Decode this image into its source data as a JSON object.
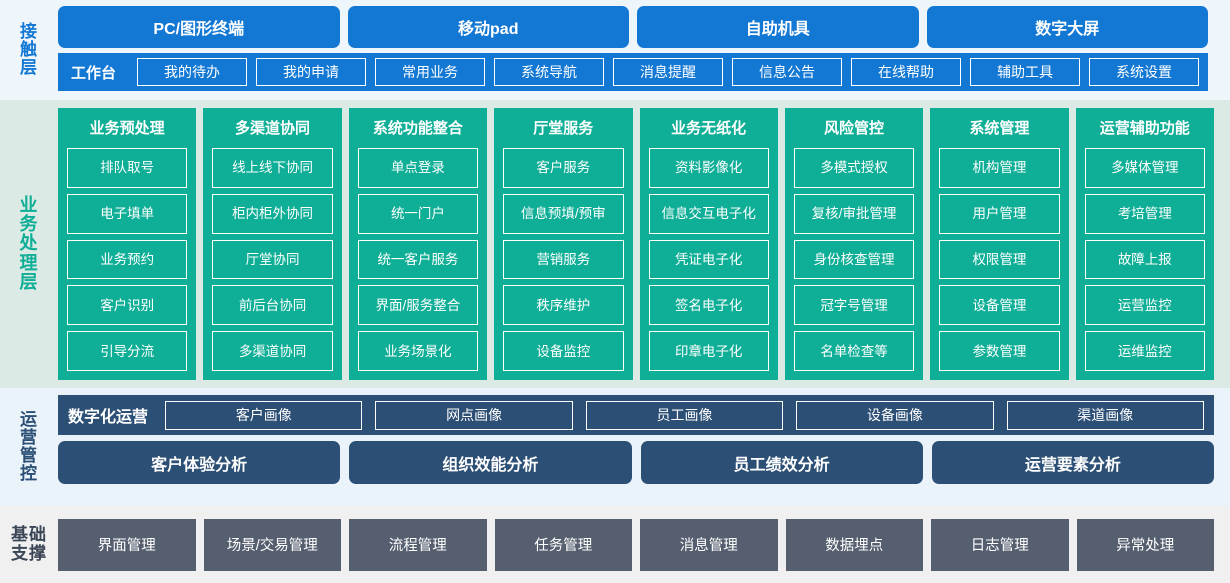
{
  "layers": {
    "contact": {
      "label": "接触层",
      "channels": [
        "PC/图形终端",
        "移动pad",
        "自助机具",
        "数字大屏"
      ],
      "workbench_title": "工作台",
      "workbench_items": [
        "我的待办",
        "我的申请",
        "常用业务",
        "系统导航",
        "消息提醒",
        "信息公告",
        "在线帮助",
        "辅助工具",
        "系统设置"
      ],
      "colors": {
        "background": "#eef5fb",
        "accent": "#1378d4",
        "label": "#1378d4"
      }
    },
    "business": {
      "label": "业务处理层",
      "colors": {
        "background": "#dbeae5",
        "accent": "#0fae96",
        "label": "#0fae96"
      },
      "columns": [
        {
          "title": "业务预处理",
          "items": [
            "排队取号",
            "电子填单",
            "业务预约",
            "客户识别",
            "引导分流"
          ]
        },
        {
          "title": "多渠道协同",
          "items": [
            "线上线下协同",
            "柜内柜外协同",
            "厅堂协同",
            "前后台协同",
            "多渠道协同"
          ]
        },
        {
          "title": "系统功能整合",
          "items": [
            "单点登录",
            "统一门户",
            "统一客户服务",
            "界面/服务整合",
            "业务场景化"
          ]
        },
        {
          "title": "厅堂服务",
          "items": [
            "客户服务",
            "信息预填/预审",
            "营销服务",
            "秩序维护",
            "设备监控"
          ]
        },
        {
          "title": "业务无纸化",
          "items": [
            "资料影像化",
            "信息交互电子化",
            "凭证电子化",
            "签名电子化",
            "印章电子化"
          ]
        },
        {
          "title": "风险管控",
          "items": [
            "多模式授权",
            "复核/审批管理",
            "身份核查管理",
            "冠字号管理",
            "名单检查等"
          ]
        },
        {
          "title": "系统管理",
          "items": [
            "机构管理",
            "用户管理",
            "权限管理",
            "设备管理",
            "参数管理"
          ]
        },
        {
          "title": "运营辅助功能",
          "items": [
            "多媒体管理",
            "考培管理",
            "故障上报",
            "运营监控",
            "运维监控"
          ]
        }
      ]
    },
    "operations": {
      "label": "运营管控",
      "colors": {
        "background": "#eaf3fa",
        "accent": "#2c4f76",
        "label": "#2c4f76"
      },
      "digital_title": "数字化运营",
      "portraits": [
        "客户画像",
        "网点画像",
        "员工画像",
        "设备画像",
        "渠道画像"
      ],
      "analyses": [
        "客户体验分析",
        "组织效能分析",
        "员工绩效分析",
        "运营要素分析"
      ]
    },
    "base": {
      "label": "基础支撑",
      "colors": {
        "background": "#f0f0f0",
        "accent": "#565f6f",
        "label": "#3a4556"
      },
      "items": [
        "界面管理",
        "场景/交易管理",
        "流程管理",
        "任务管理",
        "消息管理",
        "数据埋点",
        "日志管理",
        "异常处理"
      ]
    }
  }
}
